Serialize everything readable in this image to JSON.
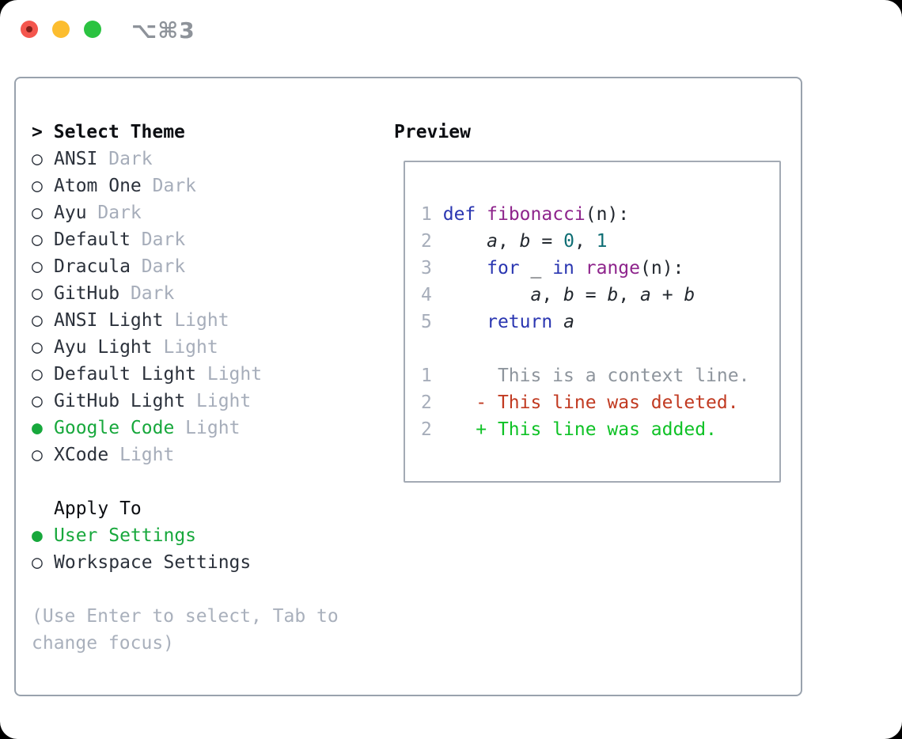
{
  "window": {
    "shortcut_label": "⌥⌘3",
    "traffic_lights": [
      "close",
      "minimize",
      "zoom"
    ]
  },
  "glyphs": {
    "header_prefix": ">",
    "selected_marker": "●",
    "unselected_marker": "○"
  },
  "colors": {
    "accent_green": "#17a83c",
    "added_green": "#0fc226",
    "deleted_red": "#c13a21",
    "keyword_blue": "#2a36b1",
    "function_purple": "#8e248c",
    "number_teal": "#0f6e74",
    "muted_gray": "#a6adba",
    "panel_border": "#99a2ad"
  },
  "theme_panel": {
    "header": "Select Theme",
    "themes": [
      {
        "label": "ANSI",
        "variant": "Dark",
        "selected": false
      },
      {
        "label": "Atom One",
        "variant": "Dark",
        "selected": false
      },
      {
        "label": "Ayu",
        "variant": "Dark",
        "selected": false
      },
      {
        "label": "Default",
        "variant": "Dark",
        "selected": false
      },
      {
        "label": "Dracula",
        "variant": "Dark",
        "selected": false
      },
      {
        "label": "GitHub",
        "variant": "Dark",
        "selected": false
      },
      {
        "label": "ANSI Light",
        "variant": "Light",
        "selected": false
      },
      {
        "label": "Ayu Light",
        "variant": "Light",
        "selected": false
      },
      {
        "label": "Default Light",
        "variant": "Light",
        "selected": false
      },
      {
        "label": "GitHub Light",
        "variant": "Light",
        "selected": false
      },
      {
        "label": "Google Code",
        "variant": "Light",
        "selected": true
      },
      {
        "label": "XCode",
        "variant": "Light",
        "selected": false
      }
    ],
    "apply_header": "Apply To",
    "apply_options": [
      {
        "label": "User Settings",
        "selected": true
      },
      {
        "label": "Workspace Settings",
        "selected": false
      }
    ],
    "help_text": "(Use Enter to select, Tab to change focus)"
  },
  "preview": {
    "title": "Preview",
    "lines": [
      {
        "num": "1",
        "tokens": [
          {
            "t": " ",
            "c": "p"
          },
          {
            "t": "def",
            "c": "k"
          },
          {
            "t": " ",
            "c": "p"
          },
          {
            "t": "fibonacci",
            "c": "f"
          },
          {
            "t": "(n):",
            "c": "p"
          }
        ]
      },
      {
        "num": "2",
        "tokens": [
          {
            "t": "     ",
            "c": "p"
          },
          {
            "t": "a",
            "c": "v"
          },
          {
            "t": ", ",
            "c": "p"
          },
          {
            "t": "b",
            "c": "v"
          },
          {
            "t": " = ",
            "c": "p"
          },
          {
            "t": "0",
            "c": "n"
          },
          {
            "t": ", ",
            "c": "p"
          },
          {
            "t": "1",
            "c": "n"
          }
        ]
      },
      {
        "num": "3",
        "tokens": [
          {
            "t": "     ",
            "c": "p"
          },
          {
            "t": "for",
            "c": "k"
          },
          {
            "t": " _ ",
            "c": "p"
          },
          {
            "t": "in",
            "c": "k"
          },
          {
            "t": " ",
            "c": "p"
          },
          {
            "t": "range",
            "c": "f"
          },
          {
            "t": "(n):",
            "c": "p"
          }
        ]
      },
      {
        "num": "4",
        "tokens": [
          {
            "t": "         ",
            "c": "p"
          },
          {
            "t": "a",
            "c": "v"
          },
          {
            "t": ", ",
            "c": "p"
          },
          {
            "t": "b",
            "c": "v"
          },
          {
            "t": " = ",
            "c": "p"
          },
          {
            "t": "b",
            "c": "v"
          },
          {
            "t": ", ",
            "c": "p"
          },
          {
            "t": "a",
            "c": "v"
          },
          {
            "t": " + ",
            "c": "p"
          },
          {
            "t": "b",
            "c": "v"
          }
        ]
      },
      {
        "num": "5",
        "tokens": [
          {
            "t": "     ",
            "c": "p"
          },
          {
            "t": "return",
            "c": "k"
          },
          {
            "t": " ",
            "c": "p"
          },
          {
            "t": "a",
            "c": "v"
          }
        ]
      },
      {
        "num": " ",
        "tokens": []
      },
      {
        "num": "1",
        "tokens": [
          {
            "t": "      This is a context line.",
            "c": "ctx"
          }
        ]
      },
      {
        "num": "2",
        "tokens": [
          {
            "t": "    ",
            "c": "p"
          },
          {
            "t": "- This line was deleted.",
            "c": "del"
          }
        ]
      },
      {
        "num": "2",
        "tokens": [
          {
            "t": "    ",
            "c": "p"
          },
          {
            "t": "+ This line was added.",
            "c": "add"
          }
        ]
      }
    ]
  }
}
